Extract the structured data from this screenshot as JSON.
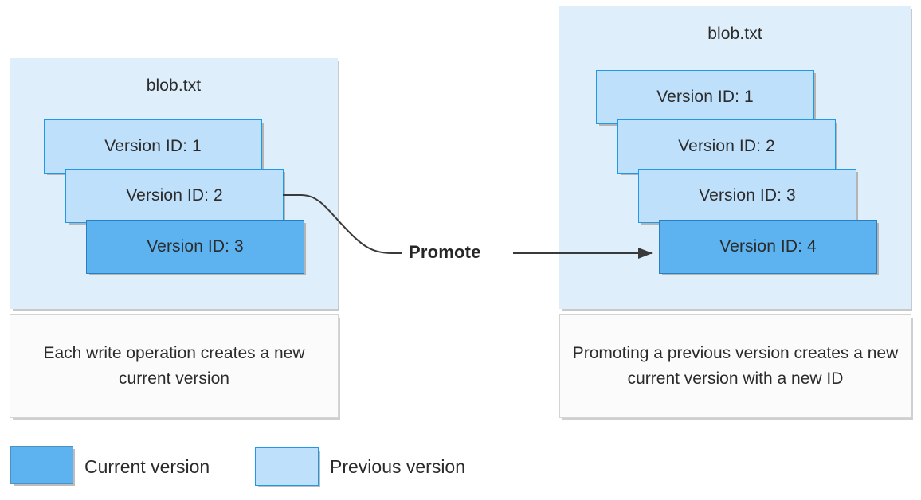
{
  "diagram": {
    "title_implicit": "Blob versioning and promote",
    "left_panel": {
      "blob_name": "blob.txt",
      "versions": [
        {
          "label": "Version ID: 1",
          "state": "previous"
        },
        {
          "label": "Version ID: 2",
          "state": "previous"
        },
        {
          "label": "Version ID: 3",
          "state": "current"
        }
      ],
      "caption": "Each write operation creates a new current version"
    },
    "right_panel": {
      "blob_name": "blob.txt",
      "versions": [
        {
          "label": "Version ID: 1",
          "state": "previous"
        },
        {
          "label": "Version ID: 2",
          "state": "previous"
        },
        {
          "label": "Version ID: 3",
          "state": "previous"
        },
        {
          "label": "Version ID: 4",
          "state": "current"
        }
      ],
      "caption": "Promoting a previous version creates a new current version with a new ID"
    },
    "connector": {
      "label": "Promote",
      "from": "left Version ID: 2",
      "to": "right Version ID: 4",
      "arrow": "arrow-right-icon"
    },
    "legend": {
      "items": [
        {
          "label": "Current version",
          "swatch": "current-version-swatch"
        },
        {
          "label": "Previous version",
          "swatch": "previous-version-swatch"
        }
      ]
    },
    "colors": {
      "panel_background": "#deeffb",
      "previous_version_fill": "#bfe0fb",
      "previous_version_border": "#2098e8",
      "current_version_fill": "#5cb3ef",
      "current_version_border": "#2a7fc0",
      "caption_background": "#fbfbfb",
      "caption_border": "#d4d4d4",
      "connector_stroke": "#3a3a3a",
      "text": "#2b2b2b"
    }
  }
}
